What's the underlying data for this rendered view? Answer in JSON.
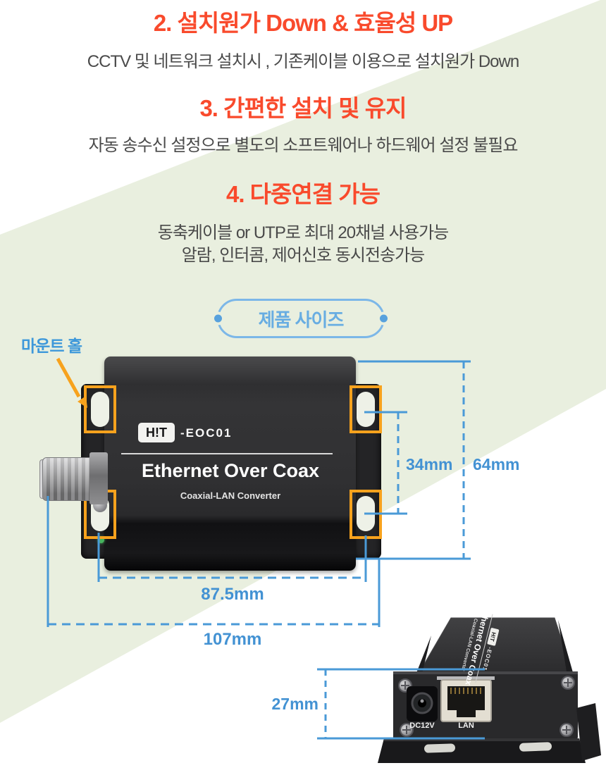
{
  "sections": [
    {
      "heading": "2. 설치원가 Down & 효율성 UP",
      "body1": "CCTV 및 네트워크 설치시 , 기존케이블 이용으로 설치원가 Down"
    },
    {
      "heading": "3. 간편한 설치 및 유지",
      "body1": "자동 송수신 설정으로 별도의 소프트웨어나 하드웨어 설정 불필요"
    },
    {
      "heading": "4. 다중연결 가능",
      "body1": "동축케이블 or UTP로 최대 20채널 사용가능",
      "body2": "알람, 인터콤, 제어신호 동시전송가능"
    }
  ],
  "size_section": {
    "badge_label": "제품 사이즈",
    "mount_hole_label": "마운트 홀",
    "dimensions": {
      "hole_spacing_vertical": "34mm",
      "body_height": "64mm",
      "hole_spacing_horizontal": "87.5mm",
      "total_width": "107mm",
      "panel_depth": "27mm"
    }
  },
  "device": {
    "brand": "H!T",
    "model": "-EOC01",
    "title": "Ethernet Over Coax",
    "subtitle": "Coaxial-LAN Converter",
    "rear_ports": {
      "power": "DC12V",
      "lan": "LAN"
    }
  },
  "colors": {
    "heading_red": "#f94a2c",
    "body_gray": "#4a4a4a",
    "dimension_blue": "#4a9ad7",
    "badge_blue": "#7cb7e8",
    "highlight_orange": "#f7a21d",
    "band_green": "#e9efdf"
  }
}
